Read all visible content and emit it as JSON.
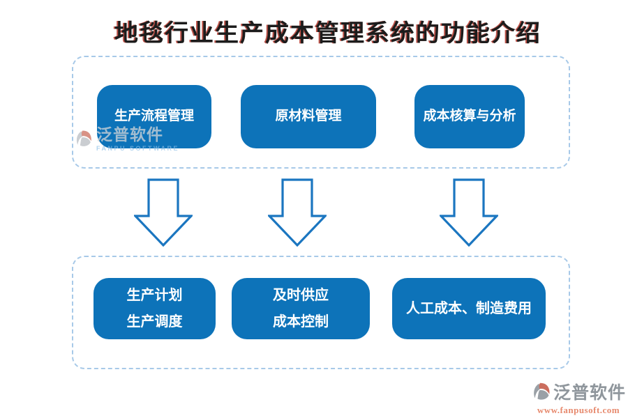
{
  "title": "地毯行业生产成本管理系统的功能介绍",
  "top_group": {
    "items": [
      {
        "label": "生产流程管理"
      },
      {
        "label": "原材料管理"
      },
      {
        "label": "成本核算与分析"
      }
    ]
  },
  "bottom_group": {
    "items": [
      {
        "line1": "生产计划",
        "line2": "生产调度"
      },
      {
        "line1": "及时供应",
        "line2": "成本控制"
      },
      {
        "line1": "人工成本、制造费用"
      }
    ]
  },
  "watermark": {
    "brand": "泛普软件",
    "subtitle": "FANPU SOFTWARE"
  },
  "footer": {
    "brand": "泛普软件",
    "url": "www.fanpusoft.com"
  },
  "icons": {
    "arrow": "down-block-arrow",
    "logo": "fanpu-logo"
  },
  "colors": {
    "node_blue": "#0d73b9",
    "arrow_stroke": "#1b76c0",
    "dashed_border": "#a7c9e8",
    "title_text": "#1c1c1c",
    "title_shadow": "#b23428",
    "footer_brand_gray": "#8f969c",
    "footer_url_orange": "#e78a6e",
    "logo_red": "#cb6e5e",
    "logo_gray": "#9aa0a6"
  }
}
